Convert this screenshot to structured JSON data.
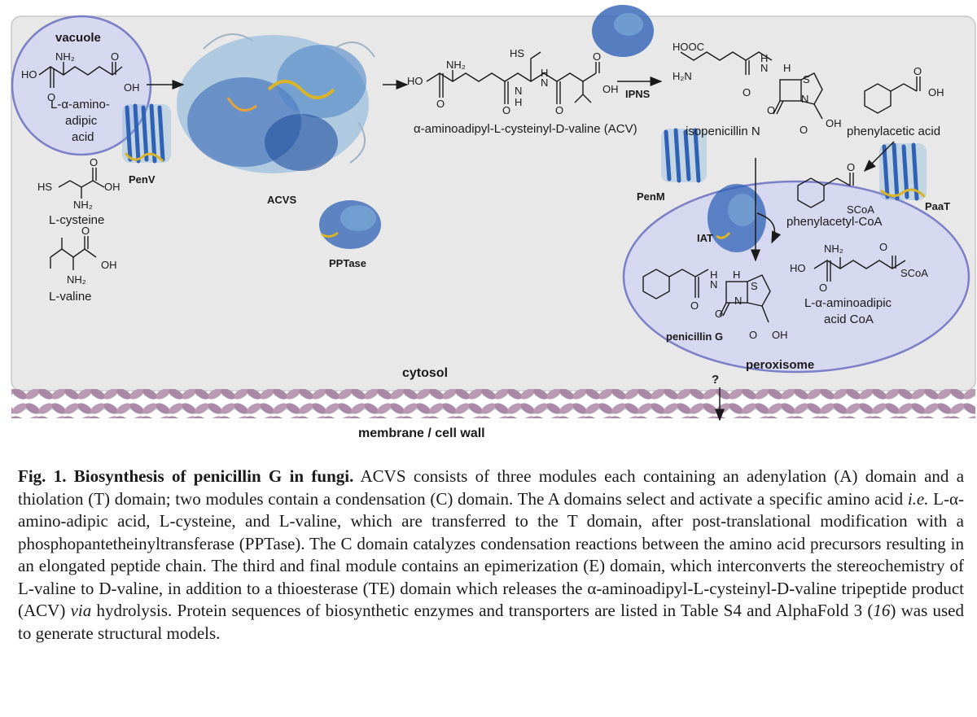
{
  "figure": {
    "compartments": {
      "vacuole": "vacuole",
      "cytosol": "cytosol",
      "peroxisome": "peroxisome",
      "membrane": "membrane / cell wall",
      "export_unknown": "?"
    },
    "proteins": {
      "penv": "PenV",
      "acvs": "ACVS",
      "pptase": "PPTase",
      "ipns": "IPNS",
      "penm": "PenM",
      "iat": "IAT",
      "paat": "PaaT"
    },
    "compounds": {
      "aaa": [
        "L-α-amino-",
        "adipic",
        "acid"
      ],
      "cys": "L-cysteine",
      "val": "L-valine",
      "acv": "α-aminoadipyl-L-cysteinyl-D-valine (ACV)",
      "ipn": "isopenicillin N",
      "paa": "phenylacetic acid",
      "pacoa": "phenylacetyl-CoA",
      "aaacoa": [
        "L-α-aminoadipic",
        "acid CoA"
      ],
      "peng": "penicillin G"
    },
    "atoms": {
      "nh2": "NH₂",
      "h2n": "H₂N",
      "ho": "HO",
      "oh": "OH",
      "hs": "HS",
      "hooc": "HOOC",
      "scoa": "SCoA",
      "o": "O",
      "n": "N",
      "h": "H",
      "s": "S"
    }
  },
  "caption": {
    "fig_label": "Fig. 1.",
    "title": "Biosynthesis of penicillin G in fungi.",
    "s1": "ACVS consists of three modules each containing an adenylation (A) domain and a thiolation (T) domain; two modules contain a condensation (C) domain. The A domains select and activate a specific amino acid",
    "ie": "i.e.",
    "s2": "L-α-amino-adipic acid, L-cysteine, and L-valine, which are transferred to the T domain, after post-translational modification with a phosphopantetheinyltransferase (PPTase). The C domain catalyzes condensation reactions between the amino acid precursors resulting in an elongated peptide chain. The third and final module contains an epimerization (E) domain, which interconverts the stereochemistry of L-valine to D-valine, in addition to a thioesterase (TE) domain which releases the α-aminoadipyl-L-cysteinyl-D-valine tripeptide product (ACV)",
    "via": "via",
    "s3": "hydrolysis. Protein sequences of biosynthetic enzymes and transporters are listed in Table S4 and AlphaFold 3 (",
    "ref": "16",
    "s4": ") was used to generate structural models."
  },
  "colors": {
    "cytosol_fill": "#e8e8e8",
    "organelle_fill": "#d6d8ef",
    "organelle_stroke": "#7b7fc6",
    "protein_blue": "#2f62b5",
    "protein_light": "#7fb0d9",
    "protein_yellow": "#d9b42a",
    "membrane_purple": "#b99bb4"
  }
}
